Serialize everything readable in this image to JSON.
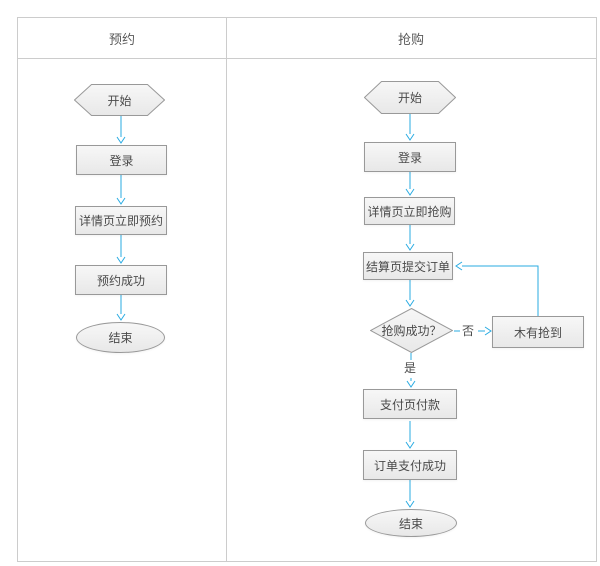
{
  "lanes": {
    "reservation": {
      "title": "预约"
    },
    "rush": {
      "title": "抢购"
    }
  },
  "nodes": {
    "res_start": {
      "label": "开始",
      "type": "start"
    },
    "res_login": {
      "label": "登录",
      "type": "process"
    },
    "res_detail": {
      "label": "详情页立即预约",
      "type": "process"
    },
    "res_success": {
      "label": "预约成功",
      "type": "process"
    },
    "res_end": {
      "label": "结束",
      "type": "end"
    },
    "rush_start": {
      "label": "开始",
      "type": "start"
    },
    "rush_login": {
      "label": "登录",
      "type": "process"
    },
    "rush_detail": {
      "label": "详情页立即抢购",
      "type": "process"
    },
    "rush_submit": {
      "label": "结算页提交订单",
      "type": "process"
    },
    "rush_decision": {
      "label": "抢购成功？",
      "type": "decision"
    },
    "rush_fail": {
      "label": "木有抢到",
      "type": "process"
    },
    "rush_pay": {
      "label": "支付页付款",
      "type": "process"
    },
    "rush_paid": {
      "label": "订单支付成功",
      "type": "process"
    },
    "rush_end": {
      "label": "结束",
      "type": "end"
    }
  },
  "edge_labels": {
    "no": "否",
    "yes": "是"
  },
  "colors": {
    "connector": "#29ABE2",
    "shape_border": "#999999",
    "shape_fill_top": "#F7F7F7",
    "shape_fill_bottom": "#E8E8E8",
    "grid_border": "#CCCCCC",
    "text": "#4A4A4A"
  }
}
